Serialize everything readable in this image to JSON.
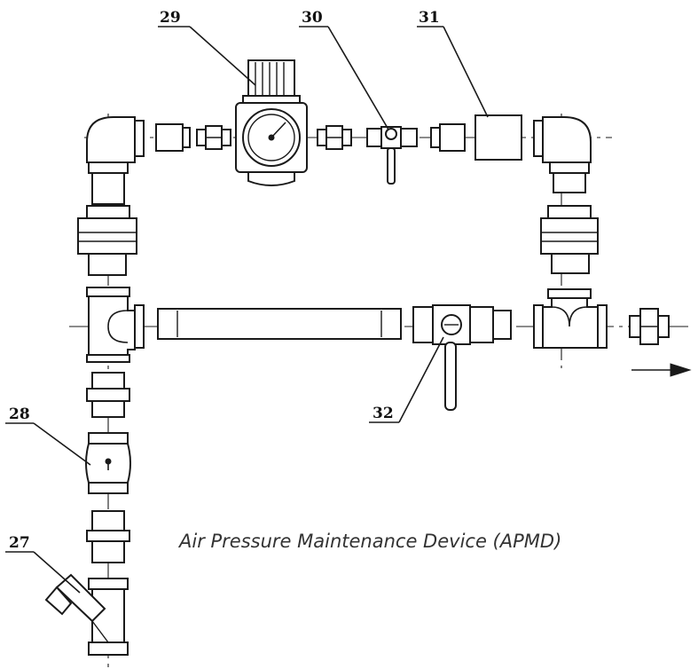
{
  "caption": "Air Pressure Maintenance Device (APMD)",
  "callouts": {
    "c27": "27",
    "c28": "28",
    "c29": "29",
    "c30": "30",
    "c31": "31",
    "c32": "32"
  },
  "flow_direction": "right",
  "colors": {
    "ink": "#1a1a1a",
    "background": "#ffffff",
    "caption": "#333333"
  }
}
